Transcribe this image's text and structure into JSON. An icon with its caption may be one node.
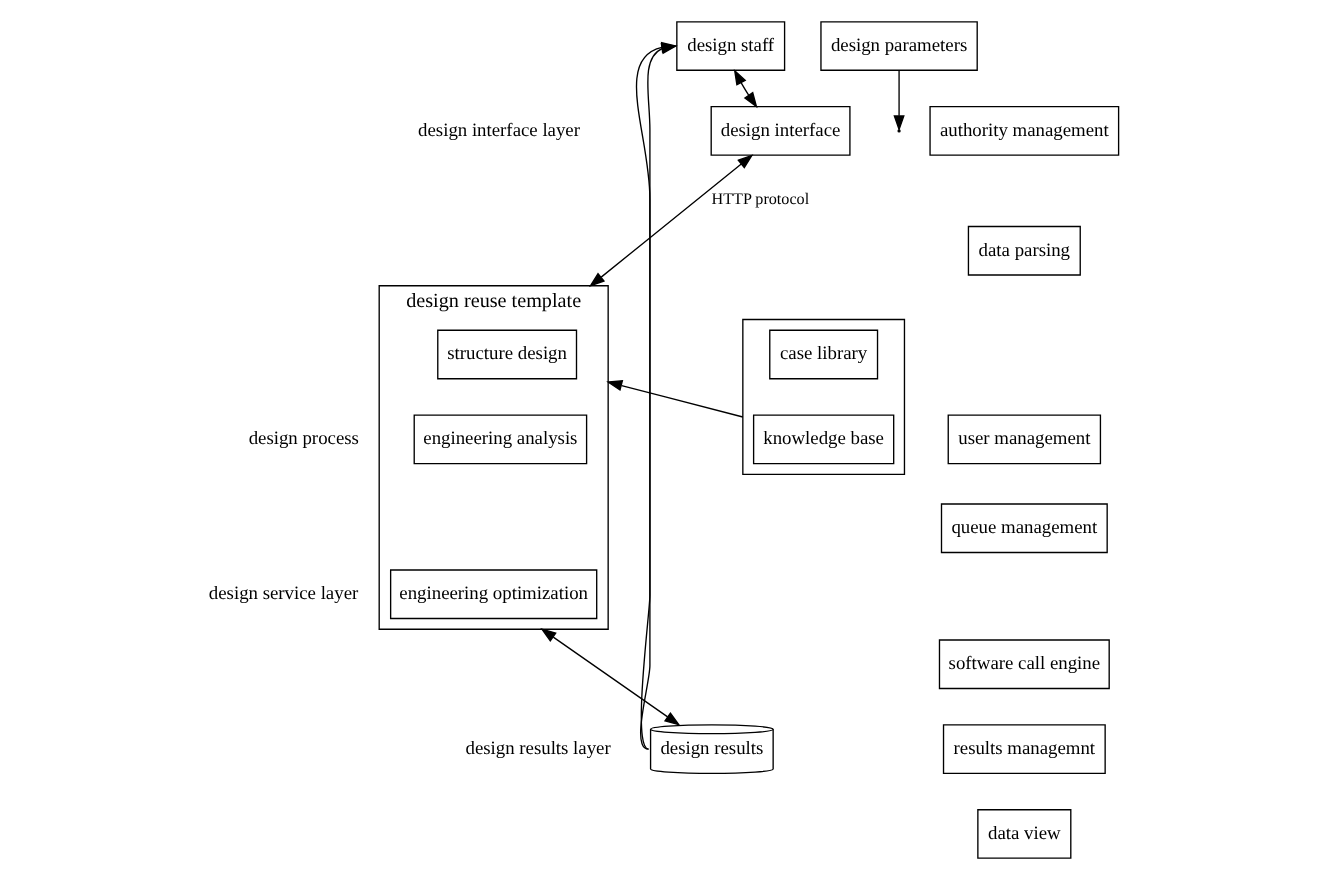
{
  "diagram": {
    "nodes": [
      {
        "text": [
          "design staff"
        ]
      },
      {
        "text": [
          "design parameters"
        ]
      },
      {
        "text": [
          "design interface"
        ]
      },
      {
        "text": [
          "design reuse template"
        ]
      },
      {
        "text": [
          "structure design"
        ],
        "in": 3
      },
      {
        "text": [
          "engineering analysis"
        ],
        "in": 3
      },
      {
        "text": [
          "engineering optimization"
        ],
        "in": 3
      },
      {
        "text": [],
        "shape": "box"
      },
      {
        "text": [
          "case library"
        ],
        "in": 7
      },
      {
        "text": [
          "knowledge base"
        ],
        "in": 7
      },
      {
        "text": [
          "design results"
        ]
      },
      {
        "text": [
          "authority management"
        ]
      },
      {
        "text": [
          "data parsing"
        ]
      },
      {
        "text": [
          "user management"
        ]
      },
      {
        "text": [
          "queue management"
        ]
      },
      {
        "text": [
          "software call engine"
        ]
      },
      {
        "text": [
          "results managemnt"
        ]
      },
      {
        "text": [
          "data view"
        ]
      }
    ],
    "edges": [
      {
        "from": 0,
        "to": 2,
        "arrow": "both"
      },
      {
        "from": 1,
        "to": null,
        "arrow": "to"
      },
      {
        "from": 2,
        "to": 3,
        "arrow": "both",
        "label": "HTTP protocol"
      },
      {
        "from": 7,
        "to": 3,
        "arrow": "to"
      },
      {
        "from": 3,
        "to": 10,
        "arrow": "both"
      },
      {
        "from": 10,
        "to": 0,
        "arrow": "to"
      },
      {
        "from": 10,
        "to": 0,
        "arrow": "to"
      }
    ],
    "labels": [
      "design interface layer",
      "design process",
      "design service layer",
      "design results layer"
    ]
  }
}
